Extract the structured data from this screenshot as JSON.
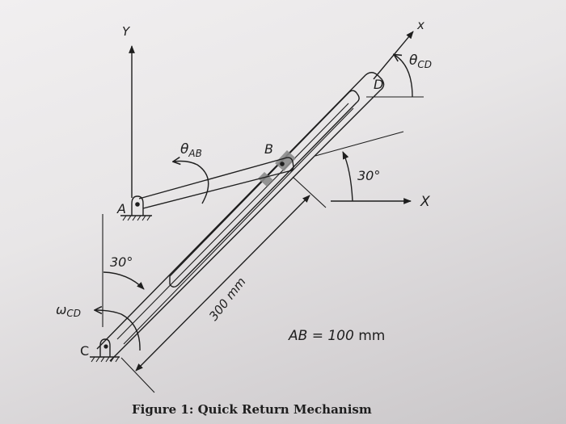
{
  "figure": {
    "caption": "Figure 1: Quick Return Mechanism",
    "labels": {
      "axis_Y": "Y",
      "axis_X": "X",
      "axis_x_local": "x",
      "point_A": "A",
      "point_B": "B",
      "point_C": "C",
      "point_D": "D",
      "theta_AB_symbol": "θ",
      "theta_AB_sub": "AB",
      "theta_CD_symbol": "θ",
      "theta_CD_sub": "CD",
      "omega_CD_symbol": "ω",
      "omega_CD_sub": "CD",
      "angle_top": "30°",
      "angle_left": "30°",
      "dim_CD": "300 mm",
      "dim_AB_lhs": "AB = 100",
      "dim_AB_unit": " mm"
    },
    "given": {
      "AB_length_mm": 100,
      "CD_length_mm": 300,
      "angle_CD_from_vertical_deg": 30,
      "angle_AB_from_horizontal_deg": 30
    },
    "colors": {
      "ink": "#1e1e1e",
      "slider_block": "#8a8a8a",
      "paper": "#ebe9ea"
    }
  }
}
